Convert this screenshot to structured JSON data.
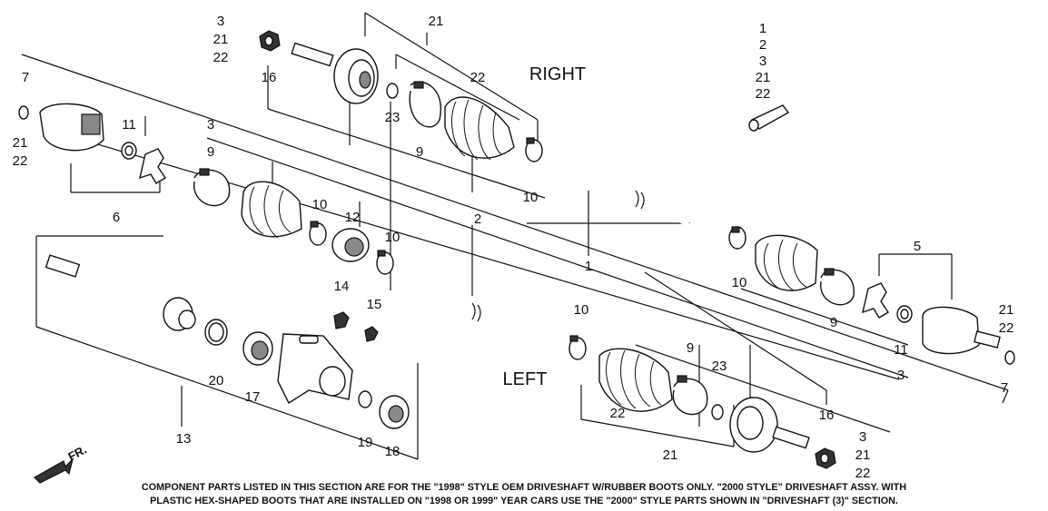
{
  "diagram": {
    "side_labels": {
      "right": "RIGHT",
      "left": "LEFT"
    },
    "front_indicator": "FR.",
    "footnote": {
      "line1": "COMPONENT PARTS LISTED IN THIS SECTION ARE FOR THE \"1998\" STYLE OEM DRIVESHAFT W/RUBBER BOOTS ONLY. \"2000 STYLE\" DRIVESHAFT ASSY. WITH",
      "line2": "PLASTIC HEX-SHAPED BOOTS THAT ARE INSTALLED ON \"1998 OR 1999\" YEAR CARS USE THE \"2000\" STYLE PARTS SHOWN IN  \"DRIVESHAFT (3)\" SECTION."
    },
    "callouts": {
      "c_tl_7": "7",
      "c_tl_21": "21",
      "c_tl_22": "22",
      "c_tl_11": "11",
      "c_tl_6": "6",
      "c_tl_9": "9",
      "c_tl_3": "3",
      "c_tl_10": "10",
      "c_tl_12": "12",
      "c_tl_10b": "10",
      "c_14": "14",
      "c_15": "15",
      "c_nut_3": "3",
      "c_nut_21": "21",
      "c_nut_22": "22",
      "c_nut_16": "16",
      "c_top_21": "21",
      "c_top_22": "22",
      "c_top_23": "23",
      "c_top_9": "9",
      "c_top_10": "10",
      "c_kit_1": "1",
      "c_kit_2": "2",
      "c_kit_3": "3",
      "c_kit_21": "21",
      "c_kit_22": "22",
      "c_mid_2": "2",
      "c_mid_1": "1",
      "c_mid_10": "10",
      "c_r_5": "5",
      "c_r_10": "10",
      "c_r_9": "9",
      "c_r_11": "11",
      "c_r_21": "21",
      "c_r_22": "22",
      "c_r_3": "3",
      "c_r_7": "7",
      "c_lo_9": "9",
      "c_lo_23": "23",
      "c_lo_22": "22",
      "c_lo_21": "21",
      "c_lo_16": "16",
      "c_bnut_3": "3",
      "c_bnut_21": "21",
      "c_bnut_22": "22",
      "c_20": "20",
      "c_17": "17",
      "c_13": "13",
      "c_19": "19",
      "c_18": "18"
    }
  }
}
